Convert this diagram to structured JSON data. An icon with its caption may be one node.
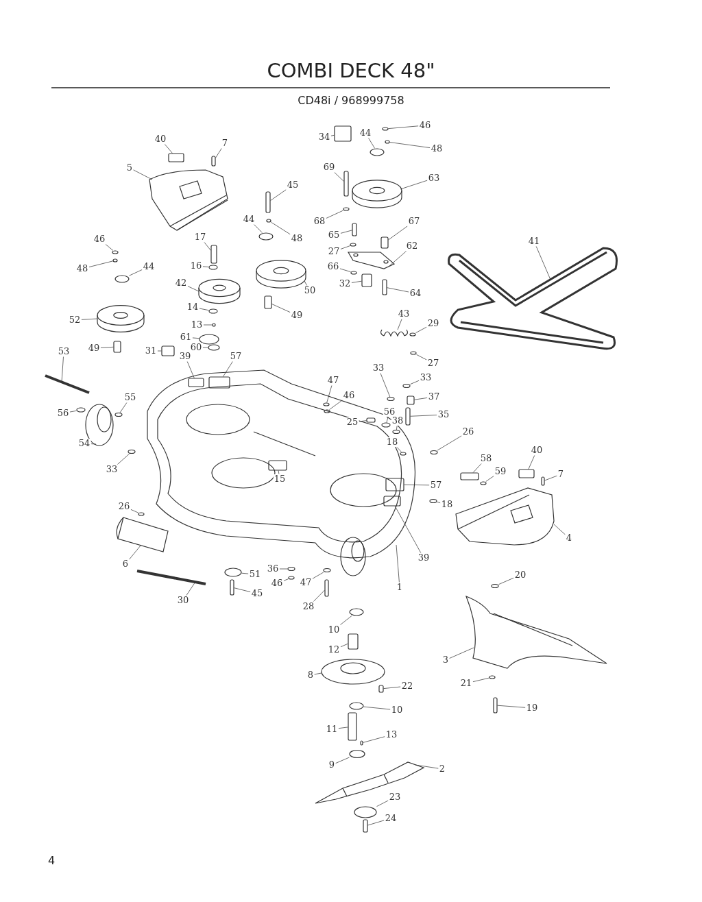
{
  "diagram": {
    "title": "COMBI DECK 48\"",
    "nodes": [
      {
        "text": [],
        "shape": "picture"
      },
      {
        "text": [
          "46"
        ]
      },
      {
        "text": [
          "40"
        ]
      },
      {
        "text": [
          "7"
        ]
      },
      {
        "text": [
          "34"
        ]
      },
      {
        "text": [
          "44"
        ]
      },
      {
        "text": [
          "48"
        ]
      },
      {
        "text": [
          "5"
        ]
      },
      {
        "text": [
          "69"
        ]
      },
      {
        "text": [
          "63"
        ]
      },
      {
        "text": [
          "45"
        ]
      },
      {
        "text": [
          "68"
        ]
      },
      {
        "text": [
          "67"
        ]
      },
      {
        "text": [
          "44"
        ]
      },
      {
        "text": [
          "48"
        ]
      },
      {
        "text": [
          "17"
        ]
      },
      {
        "text": [
          "65"
        ]
      },
      {
        "text": [
          "41"
        ]
      },
      {
        "text": [
          "27"
        ]
      },
      {
        "text": [
          "62"
        ]
      },
      {
        "text": [
          "46"
        ]
      },
      {
        "text": [
          "16"
        ]
      },
      {
        "text": [
          "66"
        ]
      },
      {
        "text": [
          "48"
        ]
      },
      {
        "text": [
          "44"
        ]
      },
      {
        "text": [
          "50"
        ]
      },
      {
        "text": [
          "42"
        ]
      },
      {
        "text": [
          "32"
        ]
      },
      {
        "text": [
          "64"
        ]
      },
      {
        "text": [
          "14"
        ]
      },
      {
        "text": [
          "49"
        ]
      },
      {
        "text": [
          "43"
        ]
      },
      {
        "text": [
          "29"
        ]
      },
      {
        "text": [
          "52"
        ]
      },
      {
        "text": [
          "13"
        ]
      },
      {
        "text": [
          "61"
        ]
      },
      {
        "text": [
          "27"
        ]
      },
      {
        "text": [
          "53"
        ]
      },
      {
        "text": [
          "49"
        ]
      },
      {
        "text": [
          "31"
        ]
      },
      {
        "text": [
          "60"
        ]
      },
      {
        "text": [
          "39"
        ]
      },
      {
        "text": [
          "57"
        ]
      },
      {
        "text": [
          "33"
        ],
        "in": 0
      },
      {
        "text": [
          "33"
        ]
      },
      {
        "text": [
          "47"
        ],
        "in": 0
      },
      {
        "text": [
          "37"
        ]
      },
      {
        "text": [
          "46"
        ],
        "in": 0
      },
      {
        "text": [
          "56"
        ]
      },
      {
        "text": [
          "55"
        ]
      },
      {
        "text": [
          "35"
        ]
      },
      {
        "text": [
          "25"
        ],
        "in": 0
      },
      {
        "text": [
          "56"
        ],
        "in": 0
      },
      {
        "text": [
          "38"
        ],
        "in": 0
      },
      {
        "text": [
          "54"
        ]
      },
      {
        "text": [
          "26"
        ]
      },
      {
        "text": [
          "18"
        ],
        "in": 0
      },
      {
        "text": [
          "33"
        ]
      },
      {
        "text": [
          "58"
        ]
      },
      {
        "text": [
          "40"
        ]
      },
      {
        "text": [
          "15"
        ],
        "in": 0
      },
      {
        "text": [
          "59"
        ]
      },
      {
        "text": [
          "7"
        ]
      },
      {
        "text": [
          "57"
        ]
      },
      {
        "text": [
          "18"
        ]
      },
      {
        "text": [
          "26"
        ]
      },
      {
        "text": [
          "39"
        ]
      },
      {
        "text": [
          "4"
        ]
      },
      {
        "text": [
          "51"
        ]
      },
      {
        "text": [
          "36"
        ]
      },
      {
        "text": [
          "1"
        ]
      },
      {
        "text": [
          "46"
        ]
      },
      {
        "text": [
          "6"
        ]
      },
      {
        "text": [
          "47"
        ]
      },
      {
        "text": [
          "45"
        ]
      },
      {
        "text": [
          "20"
        ]
      },
      {
        "text": [
          "30"
        ]
      },
      {
        "text": [
          "28"
        ]
      },
      {
        "text": [
          "10"
        ]
      },
      {
        "text": [
          "12"
        ]
      },
      {
        "text": [
          "3"
        ]
      },
      {
        "text": [
          "8"
        ]
      },
      {
        "text": [
          "22"
        ]
      },
      {
        "text": [
          "21"
        ]
      },
      {
        "text": [
          "10"
        ]
      },
      {
        "text": [
          "19"
        ]
      },
      {
        "text": [
          "11"
        ]
      },
      {
        "text": [
          "13"
        ]
      },
      {
        "text": [
          "9"
        ]
      },
      {
        "text": [
          "2"
        ]
      },
      {
        "text": [
          "23"
        ]
      },
      {
        "text": [
          "24"
        ]
      },
      {
        "text": [],
        "shape": "circle"
      },
      {
        "text": [],
        "shape": "box"
      },
      {
        "text": [],
        "shape": "box"
      },
      {
        "text": [],
        "shape": "box"
      },
      {
        "text": [],
        "shape": "circle"
      },
      {
        "text": [],
        "shape": "circle"
      },
      {
        "text": [],
        "shape": "picture"
      },
      {
        "text": [],
        "shape": "box"
      },
      {
        "text": [],
        "shape": "picture"
      },
      {
        "text": [],
        "shape": "box"
      },
      {
        "text": [],
        "shape": "circle"
      },
      {
        "text": [],
        "shape": "box"
      },
      {
        "text": [],
        "shape": "circle"
      },
      {
        "text": [],
        "shape": "circle"
      },
      {
        "text": [],
        "shape": "box"
      },
      {
        "text": [],
        "shape": "box"
      },
      {
        "text": [],
        "shape": "picture"
      },
      {
        "text": [],
        "shape": "circle"
      },
      {
        "text": [],
        "shape": "picture"
      },
      {
        "text": [],
        "shape": "circle"
      },
      {
        "text": [],
        "shape": "circle"
      },
      {
        "text": [],
        "shape": "circle"
      },
      {
        "text": [],
        "shape": "circle"
      },
      {
        "text": [],
        "shape": "circle"
      },
      {
        "text": [],
        "shape": "picture"
      },
      {
        "text": [],
        "shape": "picture"
      },
      {
        "text": [],
        "shape": "box"
      },
      {
        "text": [],
        "shape": "box"
      },
      {
        "text": [],
        "shape": "circle"
      },
      {
        "text": [],
        "shape": "box"
      },
      {
        "text": [],
        "shape": "picture"
      },
      {
        "text": [],
        "shape": "circle"
      },
      {
        "text": [],
        "shape": "picture"
      },
      {
        "text": [],
        "shape": "circle"
      },
      {
        "text": [],
        "shape": "circle"
      },
      {
        "text": [],
        "shape": "circle"
      },
      {
        "text": [],
        "shape": "bar"
      },
      {
        "text": [],
        "shape": "box"
      },
      {
        "text": [],
        "shape": "box"
      },
      {
        "text": [],
        "shape": "circle"
      },
      {
        "text": [],
        "shape": "box",
        "in": 0
      },
      {
        "text": [],
        "shape": "box",
        "in": 0
      },
      {
        "text": [],
        "shape": "circle",
        "in": 0
      },
      {
        "text": [],
        "shape": "circle",
        "in": 0
      },
      {
        "text": [],
        "shape": "circle",
        "in": 0
      },
      {
        "text": [],
        "shape": "box",
        "in": 0
      },
      {
        "text": [],
        "shape": "circle",
        "in": 0
      },
      {
        "text": [],
        "shape": "circle"
      },
      {
        "text": [],
        "shape": "circle"
      },
      {
        "text": [],
        "shape": "box",
        "in": 0
      },
      {
        "text": [],
        "shape": "box",
        "in": 0
      },
      {
        "text": [],
        "shape": "circle",
        "in": 0
      },
      {
        "text": [],
        "shape": "circle",
        "in": 0
      },
      {
        "text": [],
        "shape": "picture"
      },
      {
        "text": [],
        "shape": "circle"
      },
      {
        "text": [],
        "shape": "circle",
        "in": 0
      },
      {
        "text": [],
        "shape": "circle"
      },
      {
        "text": [],
        "shape": "box"
      },
      {
        "text": [],
        "shape": "box"
      },
      {
        "text": [],
        "shape": "box",
        "in": 0
      },
      {
        "text": [],
        "shape": "circle"
      },
      {
        "text": [],
        "shape": "box"
      },
      {
        "text": [],
        "shape": "box",
        "in": 0
      },
      {
        "text": [],
        "shape": "circle"
      },
      {
        "text": [],
        "shape": "circle"
      },
      {
        "text": [],
        "shape": "box",
        "in": 0
      },
      {
        "text": [],
        "shape": "picture"
      },
      {
        "text": [],
        "shape": "circle"
      },
      {
        "text": [],
        "shape": "circle"
      },
      {
        "text": [],
        "shape": "circle"
      },
      {
        "text": [],
        "shape": "picture"
      },
      {
        "text": [],
        "shape": "circle"
      },
      {
        "text": [],
        "shape": "box"
      },
      {
        "text": [],
        "shape": "circle"
      },
      {
        "text": [],
        "shape": "bar"
      },
      {
        "text": [],
        "shape": "box"
      },
      {
        "text": [],
        "shape": "circle"
      },
      {
        "text": [],
        "shape": "box"
      },
      {
        "text": [],
        "shape": "picture"
      },
      {
        "text": [],
        "shape": "picture"
      },
      {
        "text": [],
        "shape": "box"
      },
      {
        "text": [],
        "shape": "circle"
      },
      {
        "text": [],
        "shape": "circle"
      },
      {
        "text": [],
        "shape": "box"
      },
      {
        "text": [],
        "shape": "box"
      },
      {
        "text": [],
        "shape": "box"
      },
      {
        "text": [],
        "shape": "circle"
      },
      {
        "text": [],
        "shape": "picture"
      },
      {
        "text": [],
        "shape": "circle"
      },
      {
        "text": [],
        "shape": "box"
      }
    ],
    "edges": [
      {
        "from": 1,
        "to": 92,
        "arrow": "none"
      },
      {
        "from": 2,
        "to": 93,
        "arrow": "none"
      },
      {
        "from": 3,
        "to": 94,
        "arrow": "none"
      },
      {
        "from": 4,
        "to": 95,
        "arrow": "none"
      },
      {
        "from": 5,
        "to": 96,
        "arrow": "none"
      },
      {
        "from": 6,
        "to": 97,
        "arrow": "none"
      },
      {
        "from": 7,
        "to": 98,
        "arrow": "none"
      },
      {
        "from": 8,
        "to": 99,
        "arrow": "none"
      },
      {
        "from": 9,
        "to": 100,
        "arrow": "none"
      },
      {
        "from": 10,
        "to": 101,
        "arrow": "none"
      },
      {
        "from": 11,
        "to": 102,
        "arrow": "none"
      },
      {
        "from": 12,
        "to": 103,
        "arrow": "none"
      },
      {
        "from": 13,
        "to": 104,
        "arrow": "none"
      },
      {
        "from": 14,
        "to": 105,
        "arrow": "none"
      },
      {
        "from": 15,
        "to": 106,
        "arrow": "none"
      },
      {
        "from": 16,
        "to": 107,
        "arrow": "none"
      },
      {
        "from": 17,
        "to": 108,
        "arrow": "none"
      },
      {
        "from": 18,
        "to": 109,
        "arrow": "none"
      },
      {
        "from": 19,
        "to": 110,
        "arrow": "none"
      },
      {
        "from": 20,
        "to": 111,
        "arrow": "none"
      },
      {
        "from": 21,
        "to": 112,
        "arrow": "none"
      },
      {
        "from": 22,
        "to": 113,
        "arrow": "none"
      },
      {
        "from": 23,
        "to": 114,
        "arrow": "none"
      },
      {
        "from": 24,
        "to": 115,
        "arrow": "none"
      },
      {
        "from": 25,
        "to": 116,
        "arrow": "none"
      },
      {
        "from": 26,
        "to": 117,
        "arrow": "none"
      },
      {
        "from": 27,
        "to": 118,
        "arrow": "none"
      },
      {
        "from": 28,
        "to": 119,
        "arrow": "none"
      },
      {
        "from": 29,
        "to": 120,
        "arrow": "none"
      },
      {
        "from": 30,
        "to": 121,
        "arrow": "none"
      },
      {
        "from": 31,
        "to": 122,
        "arrow": "none"
      },
      {
        "from": 32,
        "to": 123,
        "arrow": "none"
      },
      {
        "from": 33,
        "to": 124,
        "arrow": "none"
      },
      {
        "from": 34,
        "to": 125,
        "arrow": "none"
      },
      {
        "from": 35,
        "to": 126,
        "arrow": "none"
      },
      {
        "from": 36,
        "to": 127,
        "arrow": "none"
      },
      {
        "from": 37,
        "to": 128,
        "arrow": "none"
      },
      {
        "from": 38,
        "to": 129,
        "arrow": "none"
      },
      {
        "from": 39,
        "to": 130,
        "arrow": "none"
      },
      {
        "from": 40,
        "to": 131,
        "arrow": "none"
      },
      {
        "from": 41,
        "to": 132,
        "arrow": "none"
      },
      {
        "from": 42,
        "to": 133,
        "arrow": "none"
      },
      {
        "from": 43,
        "to": 134,
        "arrow": "none"
      },
      {
        "from": 44,
        "to": 135,
        "arrow": "none"
      },
      {
        "from": 45,
        "to": 136,
        "arrow": "none"
      },
      {
        "from": 46,
        "to": 137,
        "arrow": "none"
      },
      {
        "from": 47,
        "to": 138,
        "arrow": "none"
      },
      {
        "from": 48,
        "to": 139,
        "arrow": "none"
      },
      {
        "from": 49,
        "to": 140,
        "arrow": "none"
      },
      {
        "from": 50,
        "to": 141,
        "arrow": "none"
      },
      {
        "from": 51,
        "to": 142,
        "arrow": "none"
      },
      {
        "from": 52,
        "to": 143,
        "arrow": "none"
      },
      {
        "from": 53,
        "to": 144,
        "arrow": "none"
      },
      {
        "from": 54,
        "to": 145,
        "arrow": "none"
      },
      {
        "from": 55,
        "to": 146,
        "arrow": "none"
      },
      {
        "from": 56,
        "to": 147,
        "arrow": "none"
      },
      {
        "from": 57,
        "to": 148,
        "arrow": "none"
      },
      {
        "from": 58,
        "to": 149,
        "arrow": "none"
      },
      {
        "from": 59,
        "to": 150,
        "arrow": "none"
      },
      {
        "from": 60,
        "to": 151,
        "arrow": "none"
      },
      {
        "from": 61,
        "to": 152,
        "arrow": "none"
      },
      {
        "from": 62,
        "to": 153,
        "arrow": "none"
      },
      {
        "from": 63,
        "to": 154,
        "arrow": "none"
      },
      {
        "from": 64,
        "to": 155,
        "arrow": "none"
      },
      {
        "from": 65,
        "to": 156,
        "arrow": "none"
      },
      {
        "from": 66,
        "to": 157,
        "arrow": "none"
      },
      {
        "from": 67,
        "to": 158,
        "arrow": "none"
      },
      {
        "from": 68,
        "to": 159,
        "arrow": "none"
      },
      {
        "from": 69,
        "to": 160,
        "arrow": "none"
      },
      {
        "from": 70,
        "to": 0,
        "arrow": "none"
      },
      {
        "from": 71,
        "to": 161,
        "arrow": "none"
      },
      {
        "from": 72,
        "to": 162,
        "arrow": "none"
      },
      {
        "from": 73,
        "to": 163,
        "arrow": "none"
      },
      {
        "from": 74,
        "to": 164,
        "arrow": "none"
      },
      {
        "from": 75,
        "to": 165,
        "arrow": "none"
      },
      {
        "from": 76,
        "to": 166,
        "arrow": "none"
      },
      {
        "from": 77,
        "to": 167,
        "arrow": "none"
      },
      {
        "from": 78,
        "to": 168,
        "arrow": "none"
      },
      {
        "from": 79,
        "to": 169,
        "arrow": "none"
      },
      {
        "from": 80,
        "to": 170,
        "arrow": "none"
      },
      {
        "from": 81,
        "to": 171,
        "arrow": "none"
      },
      {
        "from": 82,
        "to": 172,
        "arrow": "none"
      },
      {
        "from": 83,
        "to": 173,
        "arrow": "none"
      },
      {
        "from": 84,
        "to": 174,
        "arrow": "none"
      },
      {
        "from": 85,
        "to": 175,
        "arrow": "none"
      },
      {
        "from": 86,
        "to": 176,
        "arrow": "none"
      },
      {
        "from": 87,
        "to": 177,
        "arrow": "none"
      },
      {
        "from": 88,
        "to": 178,
        "arrow": "none"
      },
      {
        "from": 89,
        "to": 179,
        "arrow": "none"
      },
      {
        "from": 90,
        "to": 180,
        "arrow": "none"
      },
      {
        "from": 91,
        "to": 181,
        "arrow": "none"
      }
    ],
    "labels": [
      "CD48i / 968999758",
      "4"
    ]
  }
}
